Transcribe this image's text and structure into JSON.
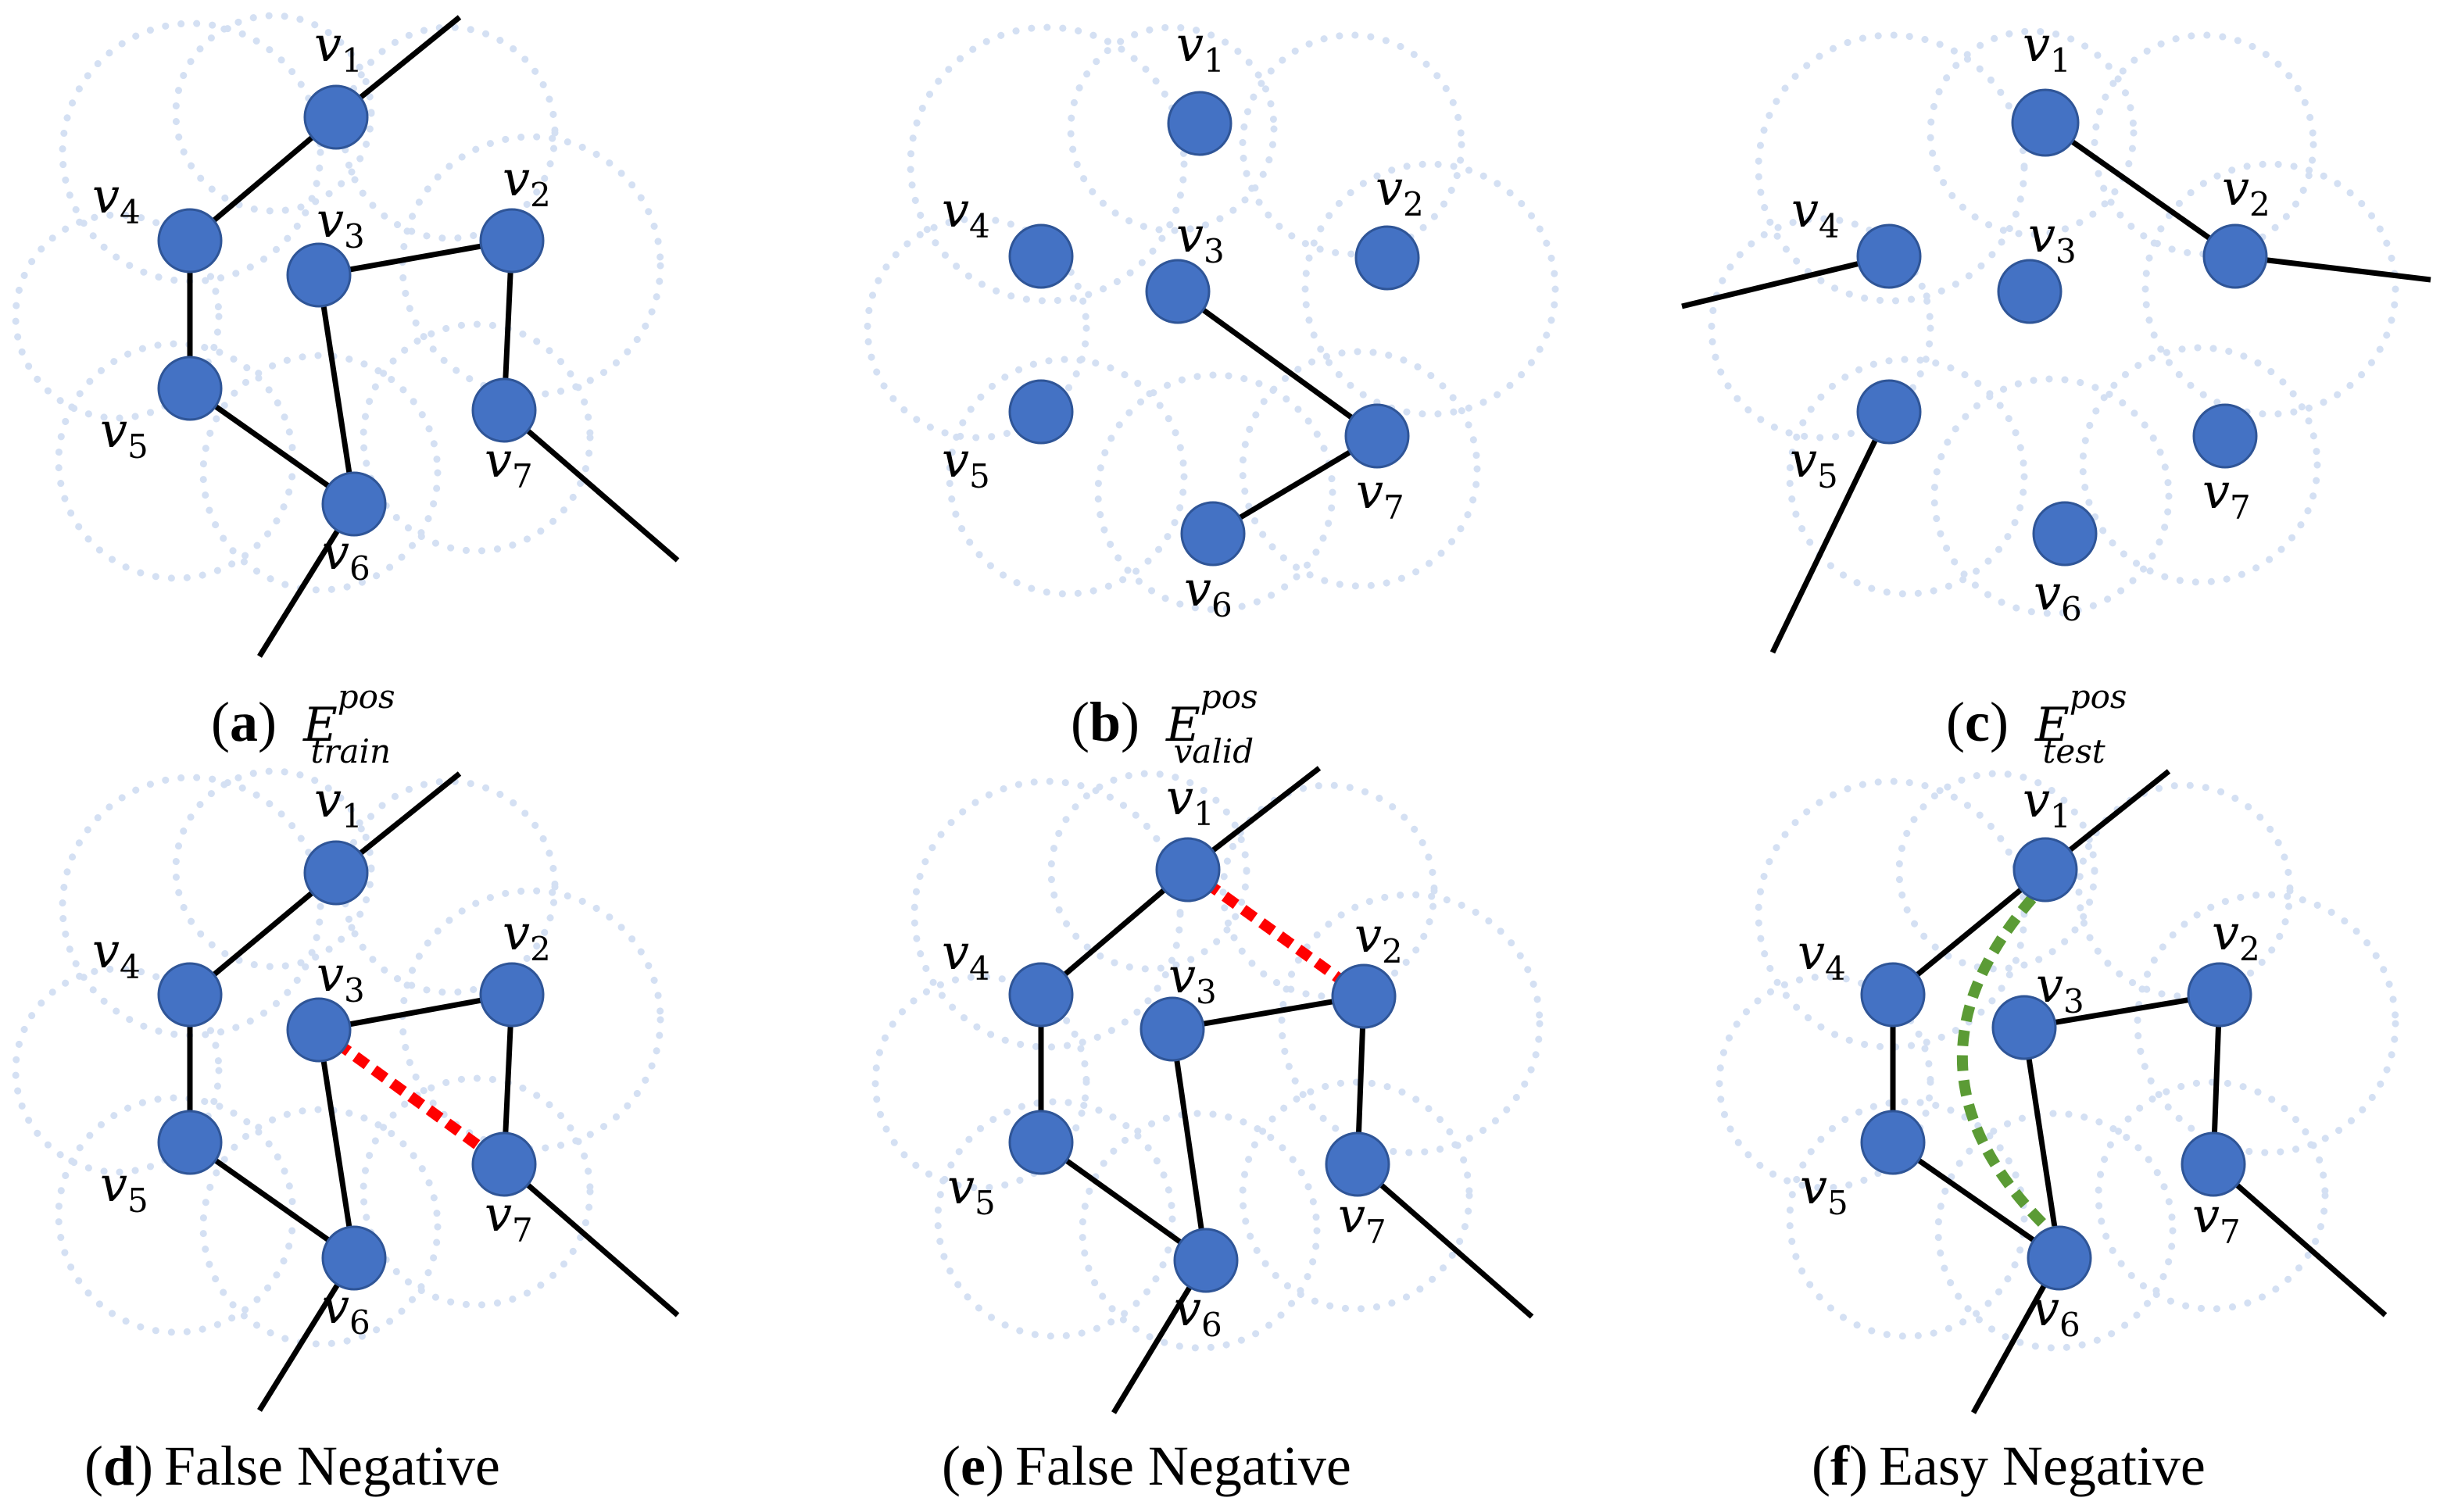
{
  "node_labels": {
    "v1": {
      "base": "v",
      "sub": "1"
    },
    "v2": {
      "base": "v",
      "sub": "2"
    },
    "v3": {
      "base": "v",
      "sub": "3"
    },
    "v4": {
      "base": "v",
      "sub": "4"
    },
    "v5": {
      "base": "v",
      "sub": "5"
    },
    "v6": {
      "base": "v",
      "sub": "6"
    },
    "v7": {
      "base": "v",
      "sub": "7"
    }
  },
  "panels": [
    {
      "letter": "a",
      "caption": {
        "open": "(",
        "letter": "a",
        "close": ")",
        "var": "E",
        "sup": "pos",
        "sub": "train",
        "text": ""
      }
    },
    {
      "letter": "b",
      "caption": {
        "open": "(",
        "letter": "b",
        "close": ")",
        "var": "E",
        "sup": "pos",
        "sub": "valid",
        "text": ""
      }
    },
    {
      "letter": "c",
      "caption": {
        "open": "(",
        "letter": "c",
        "close": ")",
        "var": "E",
        "sup": "pos",
        "sub": "test",
        "text": ""
      }
    },
    {
      "letter": "d",
      "caption": {
        "open": "(",
        "letter": "d",
        "close": ")",
        "var": "",
        "sup": "",
        "sub": "",
        "text": "False Negative"
      }
    },
    {
      "letter": "e",
      "caption": {
        "open": "(",
        "letter": "e",
        "close": ")",
        "var": "",
        "sup": "",
        "sub": "",
        "text": "False Negative"
      }
    },
    {
      "letter": "f",
      "caption": {
        "open": "(",
        "letter": "f",
        "close": ")",
        "var": "",
        "sup": "",
        "sub": "",
        "text": "Easy Negative"
      }
    }
  ],
  "colors": {
    "node_fill": "#4472c4",
    "edge": "#000000",
    "false_negative": "#ff0000",
    "easy_negative": "#5b9b35",
    "cloud": "#d4e0f3"
  }
}
